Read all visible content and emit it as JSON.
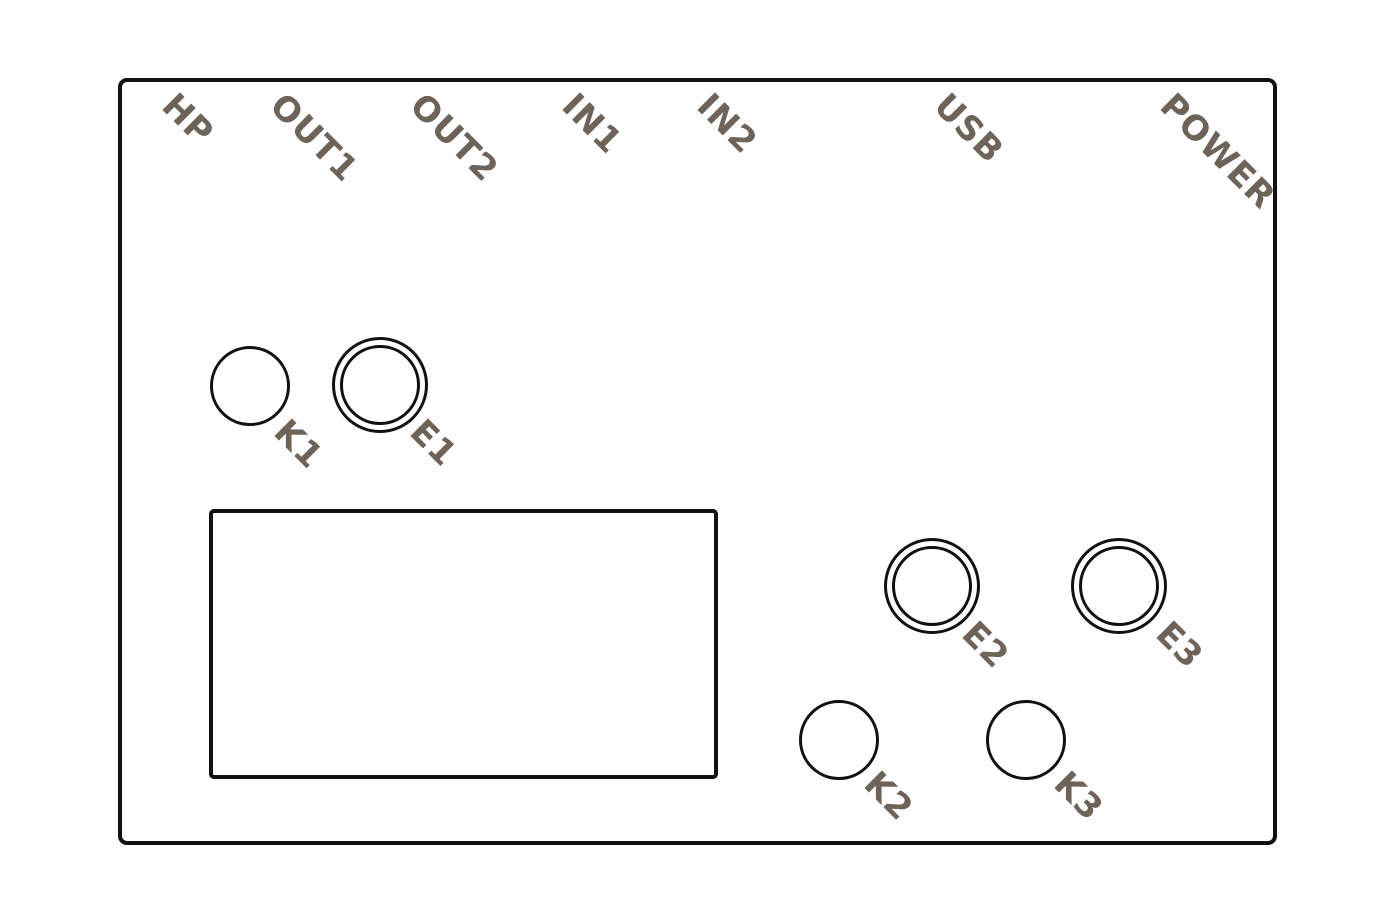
{
  "colors": {
    "outline": "#111111",
    "label": "#6e6358",
    "background": "#ffffff"
  },
  "connectors": {
    "hp": "HP",
    "out1": "OUT1",
    "out2": "OUT2",
    "in1": "IN1",
    "in2": "IN2",
    "usb": "USB",
    "power": "POWER"
  },
  "controls": {
    "k1": "K1",
    "e1": "E1",
    "e2": "E2",
    "e3": "E3",
    "k2": "K2",
    "k3": "K3"
  }
}
